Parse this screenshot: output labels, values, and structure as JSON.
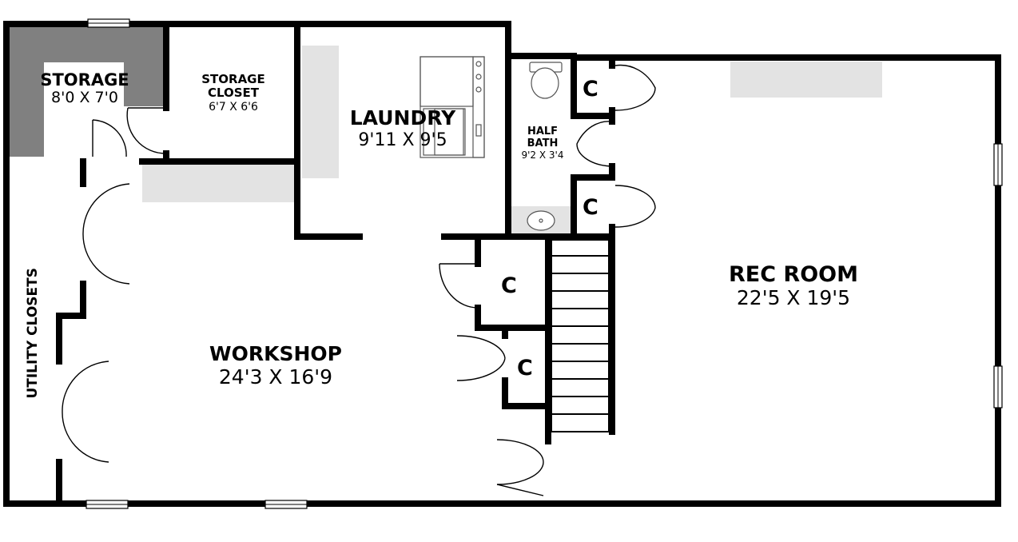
{
  "rooms": {
    "storage": {
      "name": "STORAGE",
      "dims": "8'0 X 7'0"
    },
    "storage_closet": {
      "name_line1": "STORAGE",
      "name_line2": "CLOSET",
      "dims": "6'7 X 6'6"
    },
    "laundry": {
      "name": "LAUNDRY",
      "dims": "9'11 X 9'5"
    },
    "half_bath": {
      "name_line1": "HALF",
      "name_line2": "BATH",
      "dims": "9'2 X 3'4"
    },
    "rec_room": {
      "name": "REC ROOM",
      "dims": "22'5 X 19'5"
    },
    "workshop": {
      "name": "WORKSHOP",
      "dims": "24'3 X 16'9"
    },
    "utility_closets": {
      "name": "UTILITY CLOSETS"
    }
  },
  "closets": [
    "C",
    "C",
    "C",
    "C"
  ],
  "colors": {
    "walls": "#000000",
    "storage_fill": "#808080",
    "fixture_shade": "#e3e3e3",
    "background": "#ffffff"
  }
}
